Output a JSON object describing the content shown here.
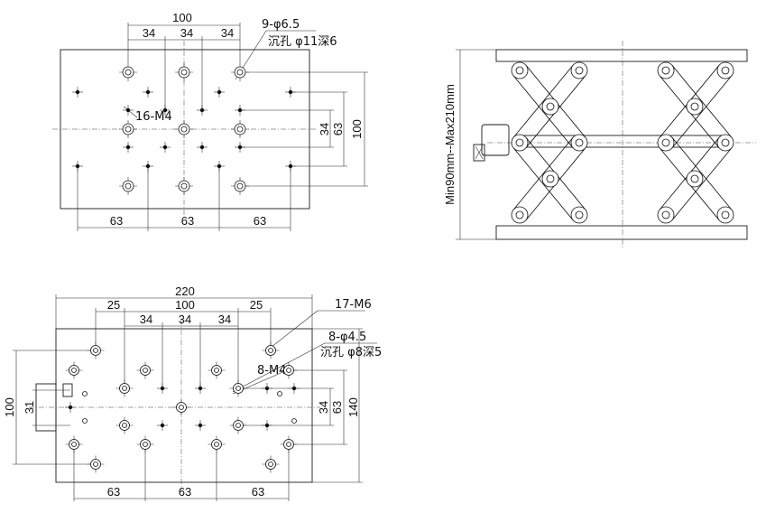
{
  "top_view": {
    "dim_100_top": "100",
    "dim_34_a": "34",
    "dim_34_b": "34",
    "dim_34_c": "34",
    "dim_63_a": "63",
    "dim_63_b": "63",
    "dim_63_c": "63",
    "dim_34_right": "34",
    "dim_63_right": "63",
    "dim_100_right": "100",
    "callout_holes": "9-φ6.5",
    "callout_counterbore": "沉孔 φ11深6",
    "callout_tapped": "16-M4"
  },
  "side_view": {
    "height_range": "Min90mm--Max210mm"
  },
  "bottom_view": {
    "dim_220": "220",
    "dim_25_left": "25",
    "dim_100_top": "100",
    "dim_25_right": "25",
    "dim_34_a": "34",
    "dim_34_b": "34",
    "dim_34_c": "34",
    "dim_63_a": "63",
    "dim_63_b": "63",
    "dim_63_c": "63",
    "dim_100_left": "100",
    "dim_31_left": "31",
    "dim_34_right": "34",
    "dim_63_right": "63",
    "dim_140_right": "140",
    "callout_m6": "17-M6",
    "callout_holes": "8-φ4.5",
    "callout_counterbore": "沉孔 φ8深5",
    "callout_m4": "8-M4"
  }
}
